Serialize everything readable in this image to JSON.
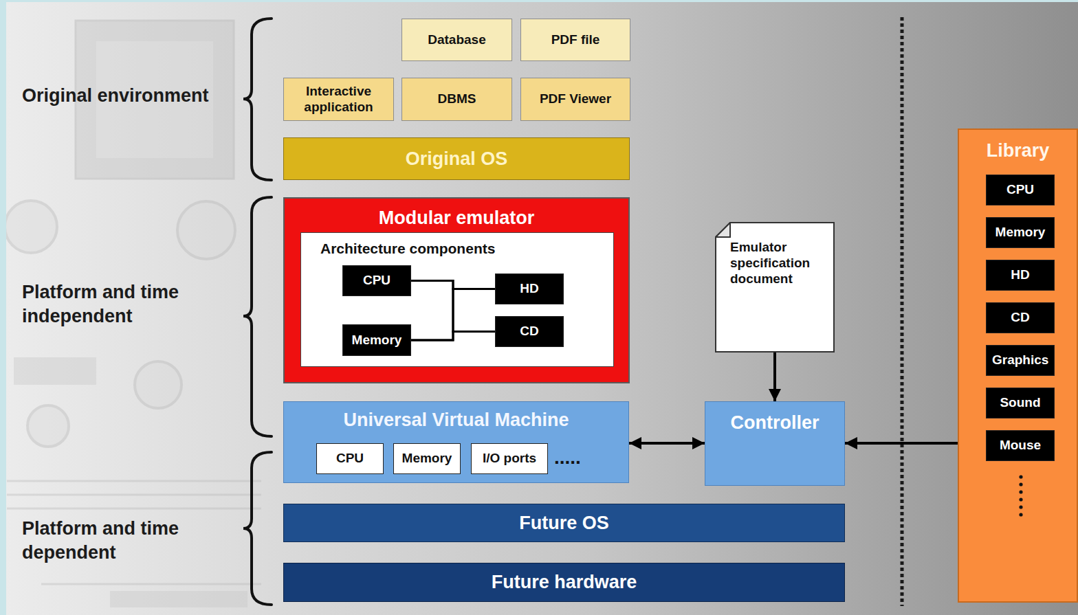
{
  "diagram": {
    "nodes": [
      {
        "text": [
          "Database"
        ]
      },
      {
        "text": [
          "PDF file"
        ]
      },
      {
        "text": [
          "Interactive application"
        ]
      },
      {
        "text": [
          "DBMS"
        ]
      },
      {
        "text": [
          "PDF Viewer"
        ]
      },
      {
        "text": [
          "Original OS"
        ]
      },
      {
        "text": [
          "Modular emulator"
        ]
      },
      {
        "text": [
          "Architecture components"
        ],
        "in": 6
      },
      {
        "text": [
          "CPU"
        ],
        "in": 7
      },
      {
        "text": [
          "HD"
        ],
        "in": 7
      },
      {
        "text": [
          "Memory"
        ],
        "in": 7
      },
      {
        "text": [
          "CD"
        ],
        "in": 7
      },
      {
        "text": [
          "Emulator specification document"
        ]
      },
      {
        "text": [
          "Universal Virtual Machine"
        ]
      },
      {
        "text": [
          "CPU"
        ],
        "in": 13
      },
      {
        "text": [
          "Memory"
        ],
        "in": 13
      },
      {
        "text": [
          "I/O ports"
        ],
        "in": 13
      },
      {
        "text": [
          "Controller"
        ]
      },
      {
        "text": [
          "Library"
        ]
      },
      {
        "text": [
          "CPU"
        ],
        "in": 18
      },
      {
        "text": [
          "Memory"
        ],
        "in": 18
      },
      {
        "text": [
          "HD"
        ],
        "in": 18
      },
      {
        "text": [
          "CD"
        ],
        "in": 18
      },
      {
        "text": [
          "Graphics"
        ],
        "in": 18
      },
      {
        "text": [
          "Sound"
        ],
        "in": 18
      },
      {
        "text": [
          "Mouse"
        ],
        "in": 18
      },
      {
        "text": [
          "Future OS"
        ]
      },
      {
        "text": [
          "Future hardware"
        ]
      }
    ],
    "edges": [
      {
        "from": 8,
        "to": 9,
        "arrow": "none"
      },
      {
        "from": 8,
        "to": 11,
        "arrow": "none"
      },
      {
        "from": 10,
        "to": 9,
        "arrow": "none"
      },
      {
        "from": 10,
        "to": 11,
        "arrow": "none"
      },
      {
        "from": 12,
        "to": 17,
        "arrow": "to"
      },
      {
        "from": 13,
        "to": 17,
        "arrow": "both"
      },
      {
        "from": 18,
        "to": 17,
        "arrow": "to"
      }
    ],
    "labels": [
      "Original environment",
      "Platform and time independent",
      "Platform and time dependent",
      "....."
    ]
  }
}
